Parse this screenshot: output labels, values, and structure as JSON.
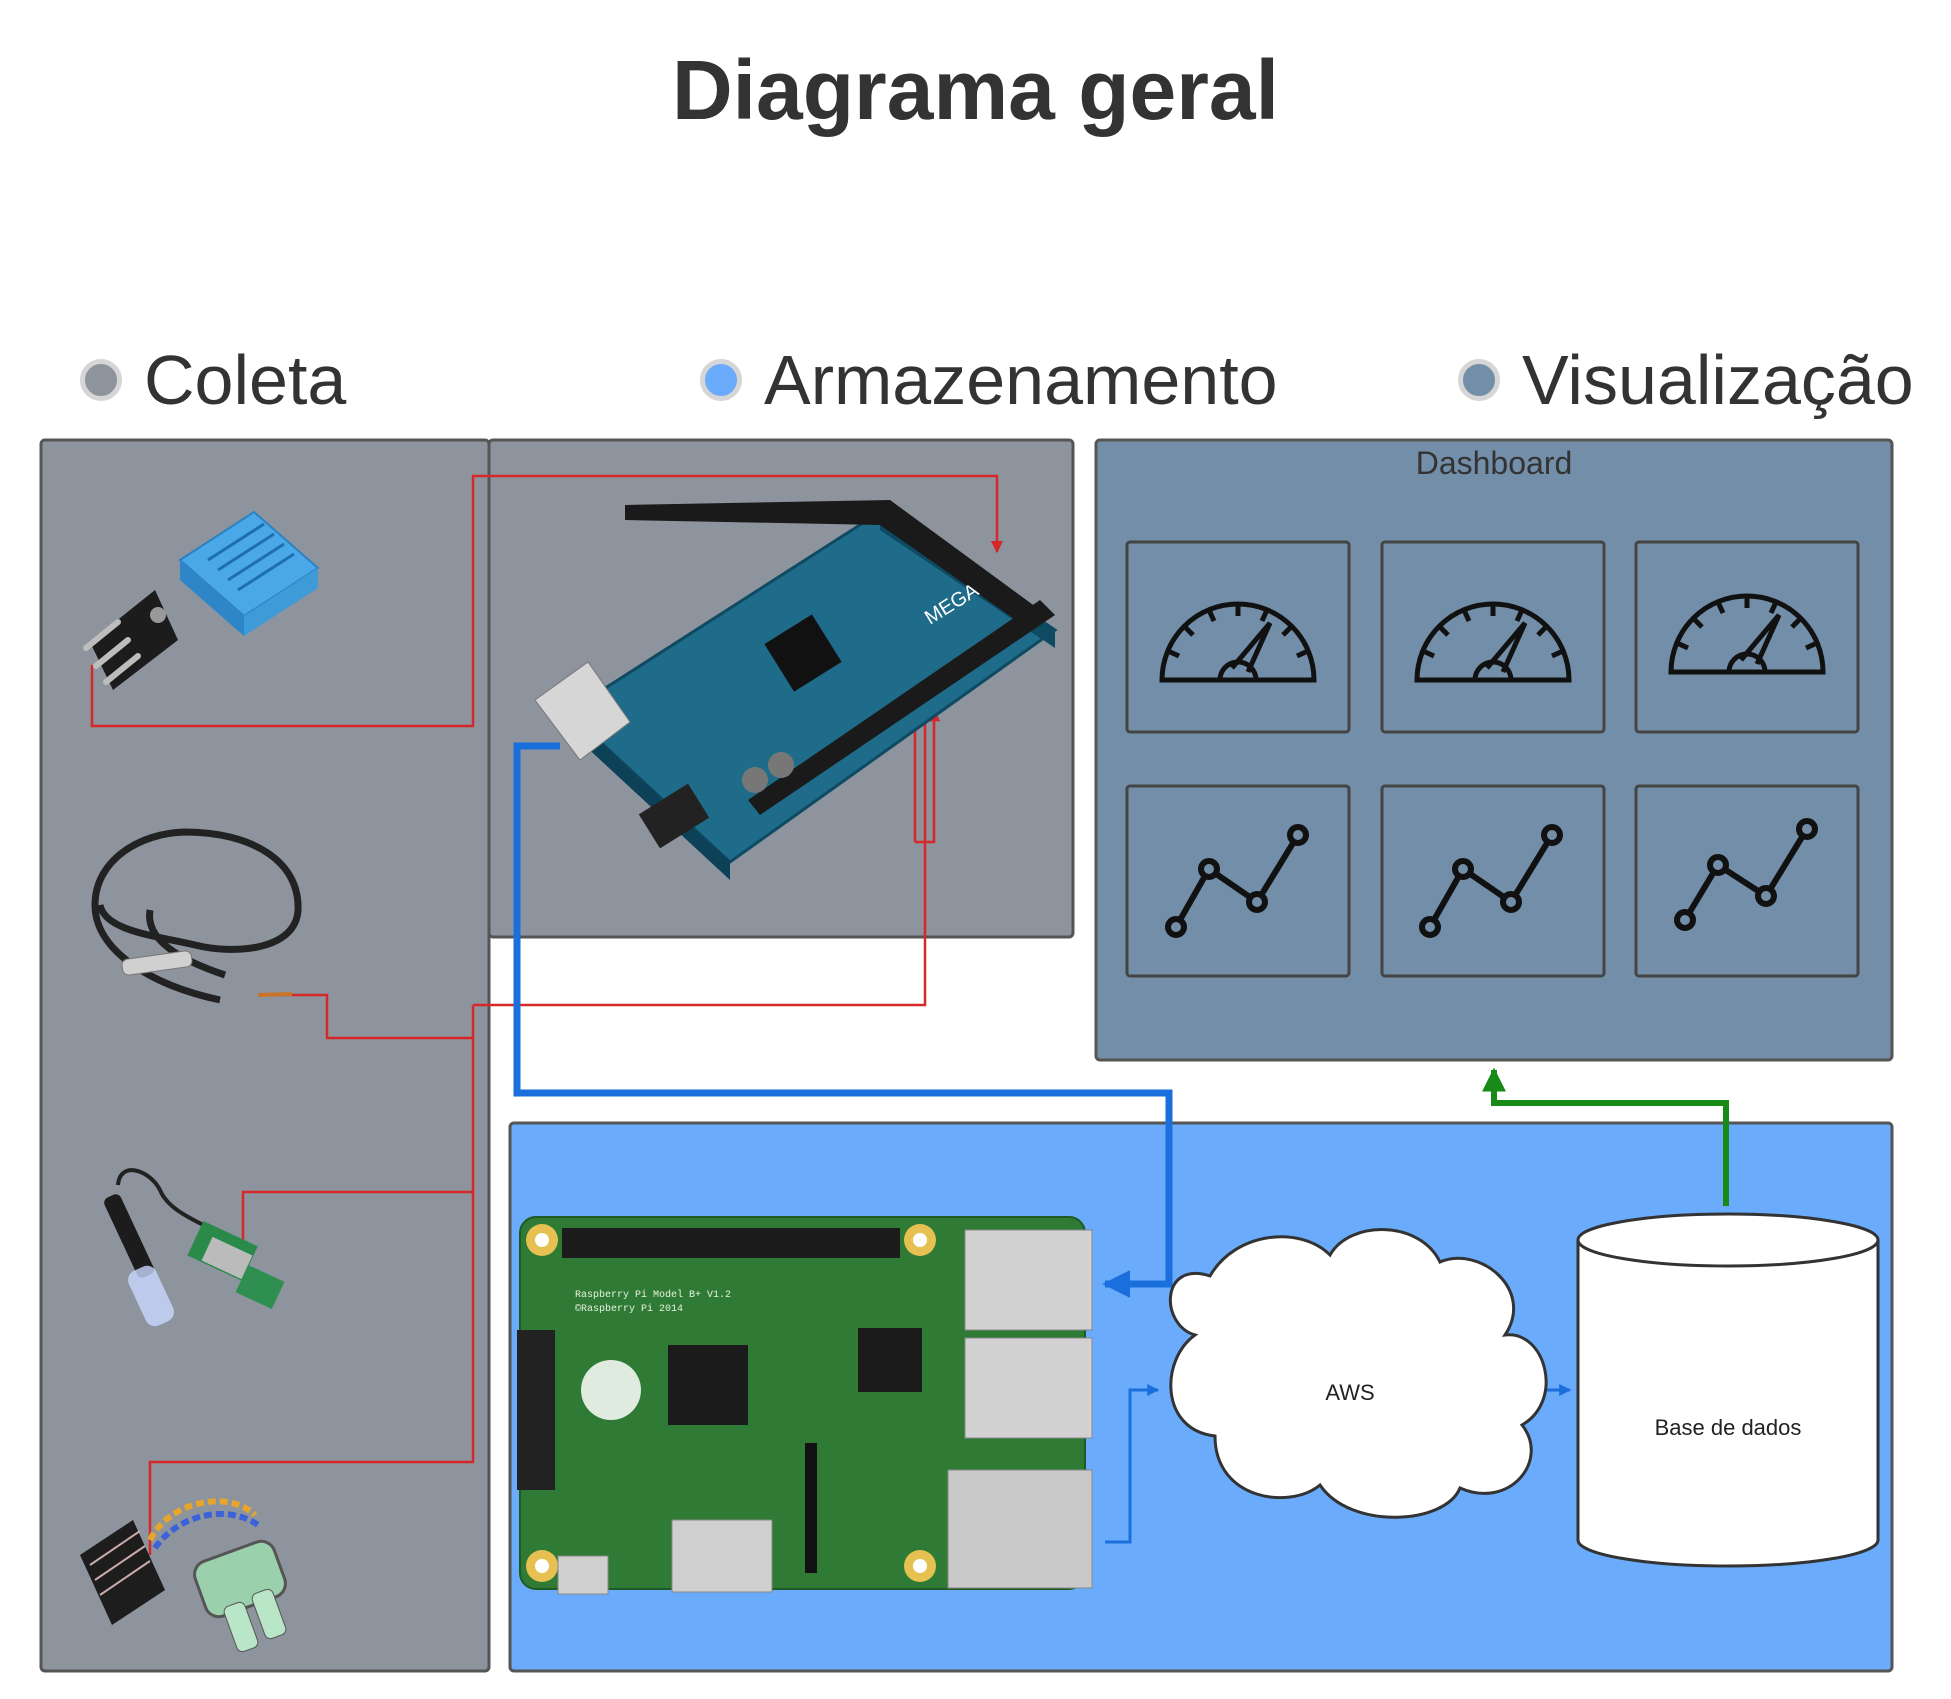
{
  "title": "Diagrama geral",
  "legend": [
    {
      "label": "Coleta",
      "color": "#8e949e"
    },
    {
      "label": "Armazenamento",
      "color": "#6aacfb"
    },
    {
      "label": "Visualização",
      "color": "#728ea8"
    }
  ],
  "dashboard": {
    "label": "Dashboard",
    "widgets": [
      "gauge-icon",
      "gauge-icon",
      "gauge-icon",
      "line-chart-icon",
      "line-chart-icon",
      "line-chart-icon"
    ]
  },
  "nodes": {
    "cloud": "AWS",
    "database": "Base de dados"
  },
  "devices": {
    "sensors": [
      "dht11-humidity-sensor",
      "ds18b20-temperature-probe",
      "ph-probe-sensor",
      "turbidity-sensor"
    ],
    "microcontroller": "arduino-mega-board",
    "computer": "raspberry-pi-board",
    "arduino_board_text": "MEGA",
    "raspberry_board_text": "Raspberry Pi Model B+ V1.2",
    "raspberry_copyright_text": "©Raspberry Pi 2014"
  },
  "colors": {
    "coleta_panel": "#8e949e",
    "armazenamento_panel": "#6aacfb",
    "visualizacao_panel": "#728ea8",
    "wire_red": "#d62828",
    "wire_blue": "#1a6fdc",
    "wire_green": "#178a17"
  }
}
